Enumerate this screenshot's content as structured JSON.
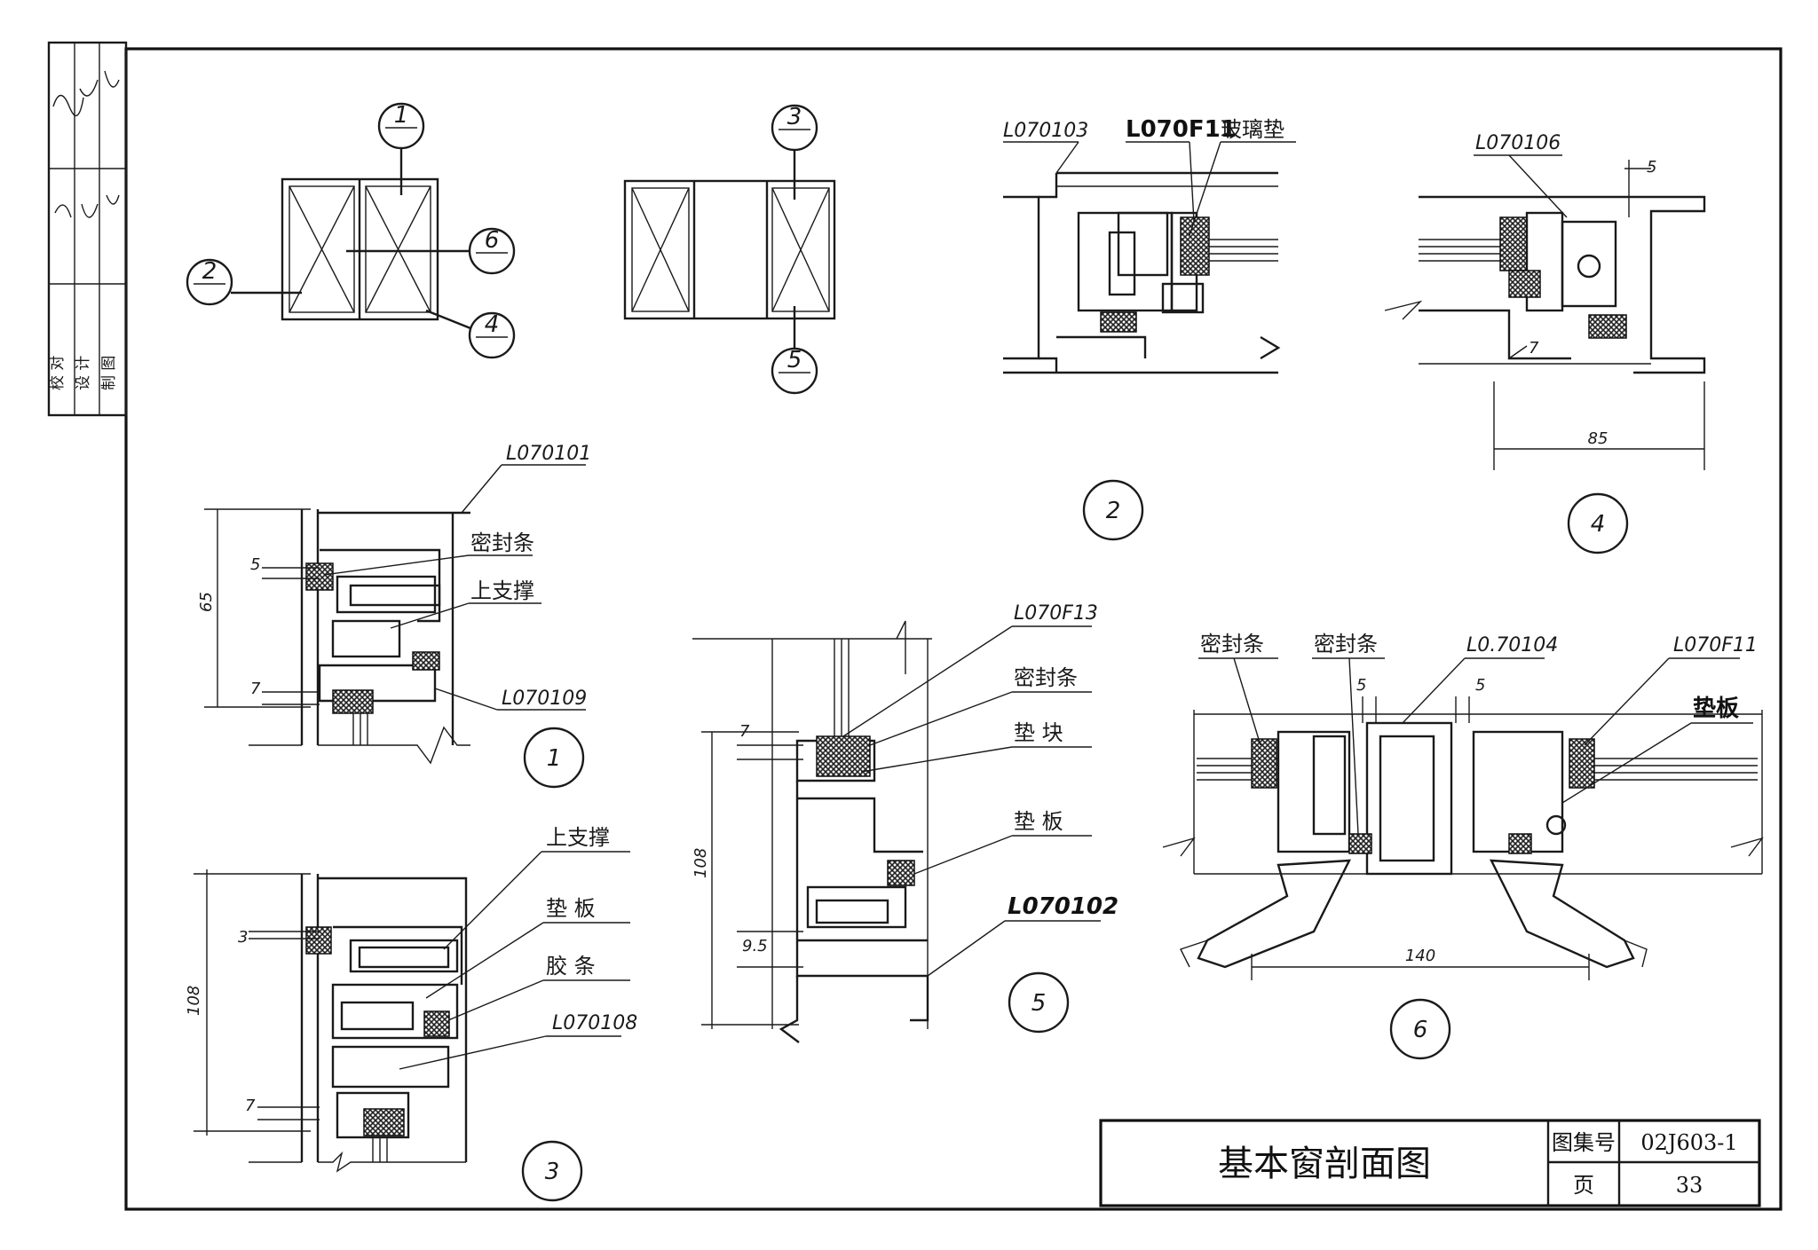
{
  "title_block": {
    "title": "基本窗剖面图",
    "atlas_label": "图集号",
    "atlas_no": "02J603-1",
    "page_label": "页",
    "page_no": "33"
  },
  "side_block": {
    "rows": [
      "校 对",
      "设 计",
      "制 图"
    ]
  },
  "elevations": {
    "callouts_left": [
      "1",
      "2",
      "6",
      "4"
    ],
    "callouts_right": [
      "3",
      "5"
    ]
  },
  "sections": {
    "s1": {
      "number": "1",
      "part_top": "L070101",
      "part_bottom": "L070109",
      "seal": "密封条",
      "brace": "上支撑",
      "dim_h": "65",
      "dim_a": "5",
      "dim_b": "7"
    },
    "s2": {
      "number": "2",
      "part_a": "L070103",
      "part_b": "L070F11",
      "pad": "玻璃垫"
    },
    "s3": {
      "number": "3",
      "brace": "上支撑",
      "plate": "垫 板",
      "strip": "胶 条",
      "part": "L070108",
      "dim_h": "108",
      "dim_a": "3",
      "dim_b": "7"
    },
    "s4": {
      "number": "4",
      "part": "L070106",
      "dim_a": "5",
      "dim_b": "7",
      "dim_w": "85"
    },
    "s5": {
      "number": "5",
      "part_a": "L070F13",
      "seal": "密封条",
      "block": "垫 块",
      "plate": "垫 板",
      "part_b": "L070102",
      "dim_h": "108",
      "dim_a": "7",
      "dim_b": "9.5"
    },
    "s6": {
      "number": "6",
      "seal_a": "密封条",
      "seal_b": "密封条",
      "part_a": "L0.70104",
      "part_b": "L070F11",
      "plate": "垫板",
      "dim_a": "5",
      "dim_b": "5",
      "dim_w": "140"
    }
  }
}
